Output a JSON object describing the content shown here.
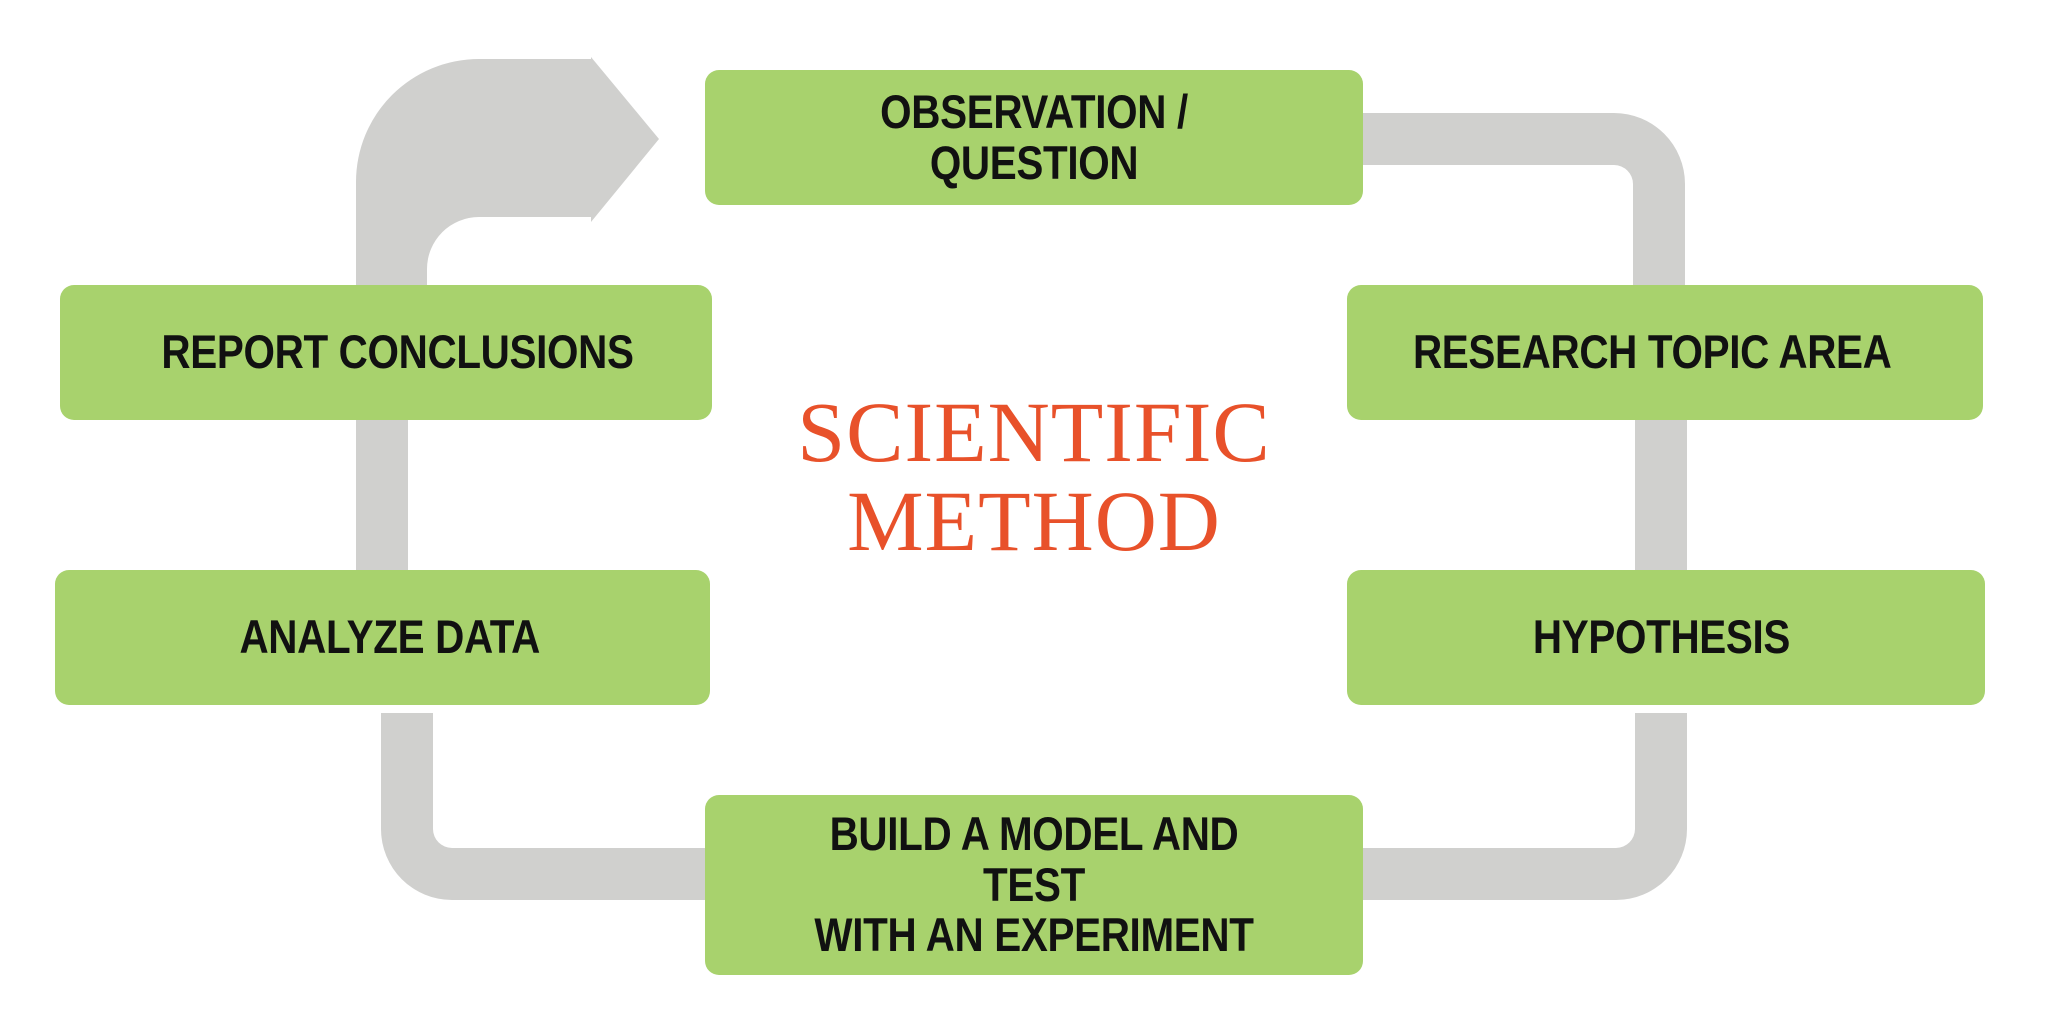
{
  "diagram": {
    "title": "SCIENTIFIC\nMETHOD",
    "title_color": "#e8512a",
    "box_color": "#a8d26d",
    "connector_color": "#d0d0ce",
    "text_color": "#111111",
    "background_color": "#ffffff",
    "steps": [
      {
        "id": "observation",
        "order": 1,
        "label": "OBSERVATION / QUESTION",
        "position": "top"
      },
      {
        "id": "research",
        "order": 2,
        "label": "RESEARCH TOPIC AREA",
        "position": "right-upper"
      },
      {
        "id": "hypothesis",
        "order": 3,
        "label": "HYPOTHESIS",
        "position": "right-lower"
      },
      {
        "id": "build",
        "order": 4,
        "label": "BUILD A MODEL AND TEST\nWITH AN EXPERIMENT",
        "position": "bottom"
      },
      {
        "id": "analyze",
        "order": 5,
        "label": "ANALYZE DATA",
        "position": "left-lower"
      },
      {
        "id": "report",
        "order": 6,
        "label": "REPORT CONCLUSIONS",
        "position": "left-upper"
      }
    ],
    "connectors": [
      {
        "id": "observation-to-research",
        "from": "observation",
        "to": "research",
        "shape": "elbow-down-right",
        "arrowhead": false
      },
      {
        "id": "research-to-hypothesis",
        "from": "research",
        "to": "hypothesis",
        "shape": "straight-vertical",
        "arrowhead": false
      },
      {
        "id": "hypothesis-to-build",
        "from": "hypothesis",
        "to": "build",
        "shape": "elbow-down-left",
        "arrowhead": false
      },
      {
        "id": "build-to-analyze",
        "from": "build",
        "to": "analyze",
        "shape": "elbow-up-left",
        "arrowhead": false
      },
      {
        "id": "analyze-to-report",
        "from": "analyze",
        "to": "report",
        "shape": "straight-vertical",
        "arrowhead": false
      },
      {
        "id": "report-to-observation",
        "from": "report",
        "to": "observation",
        "shape": "elbow-up-right",
        "arrowhead": true
      }
    ]
  }
}
